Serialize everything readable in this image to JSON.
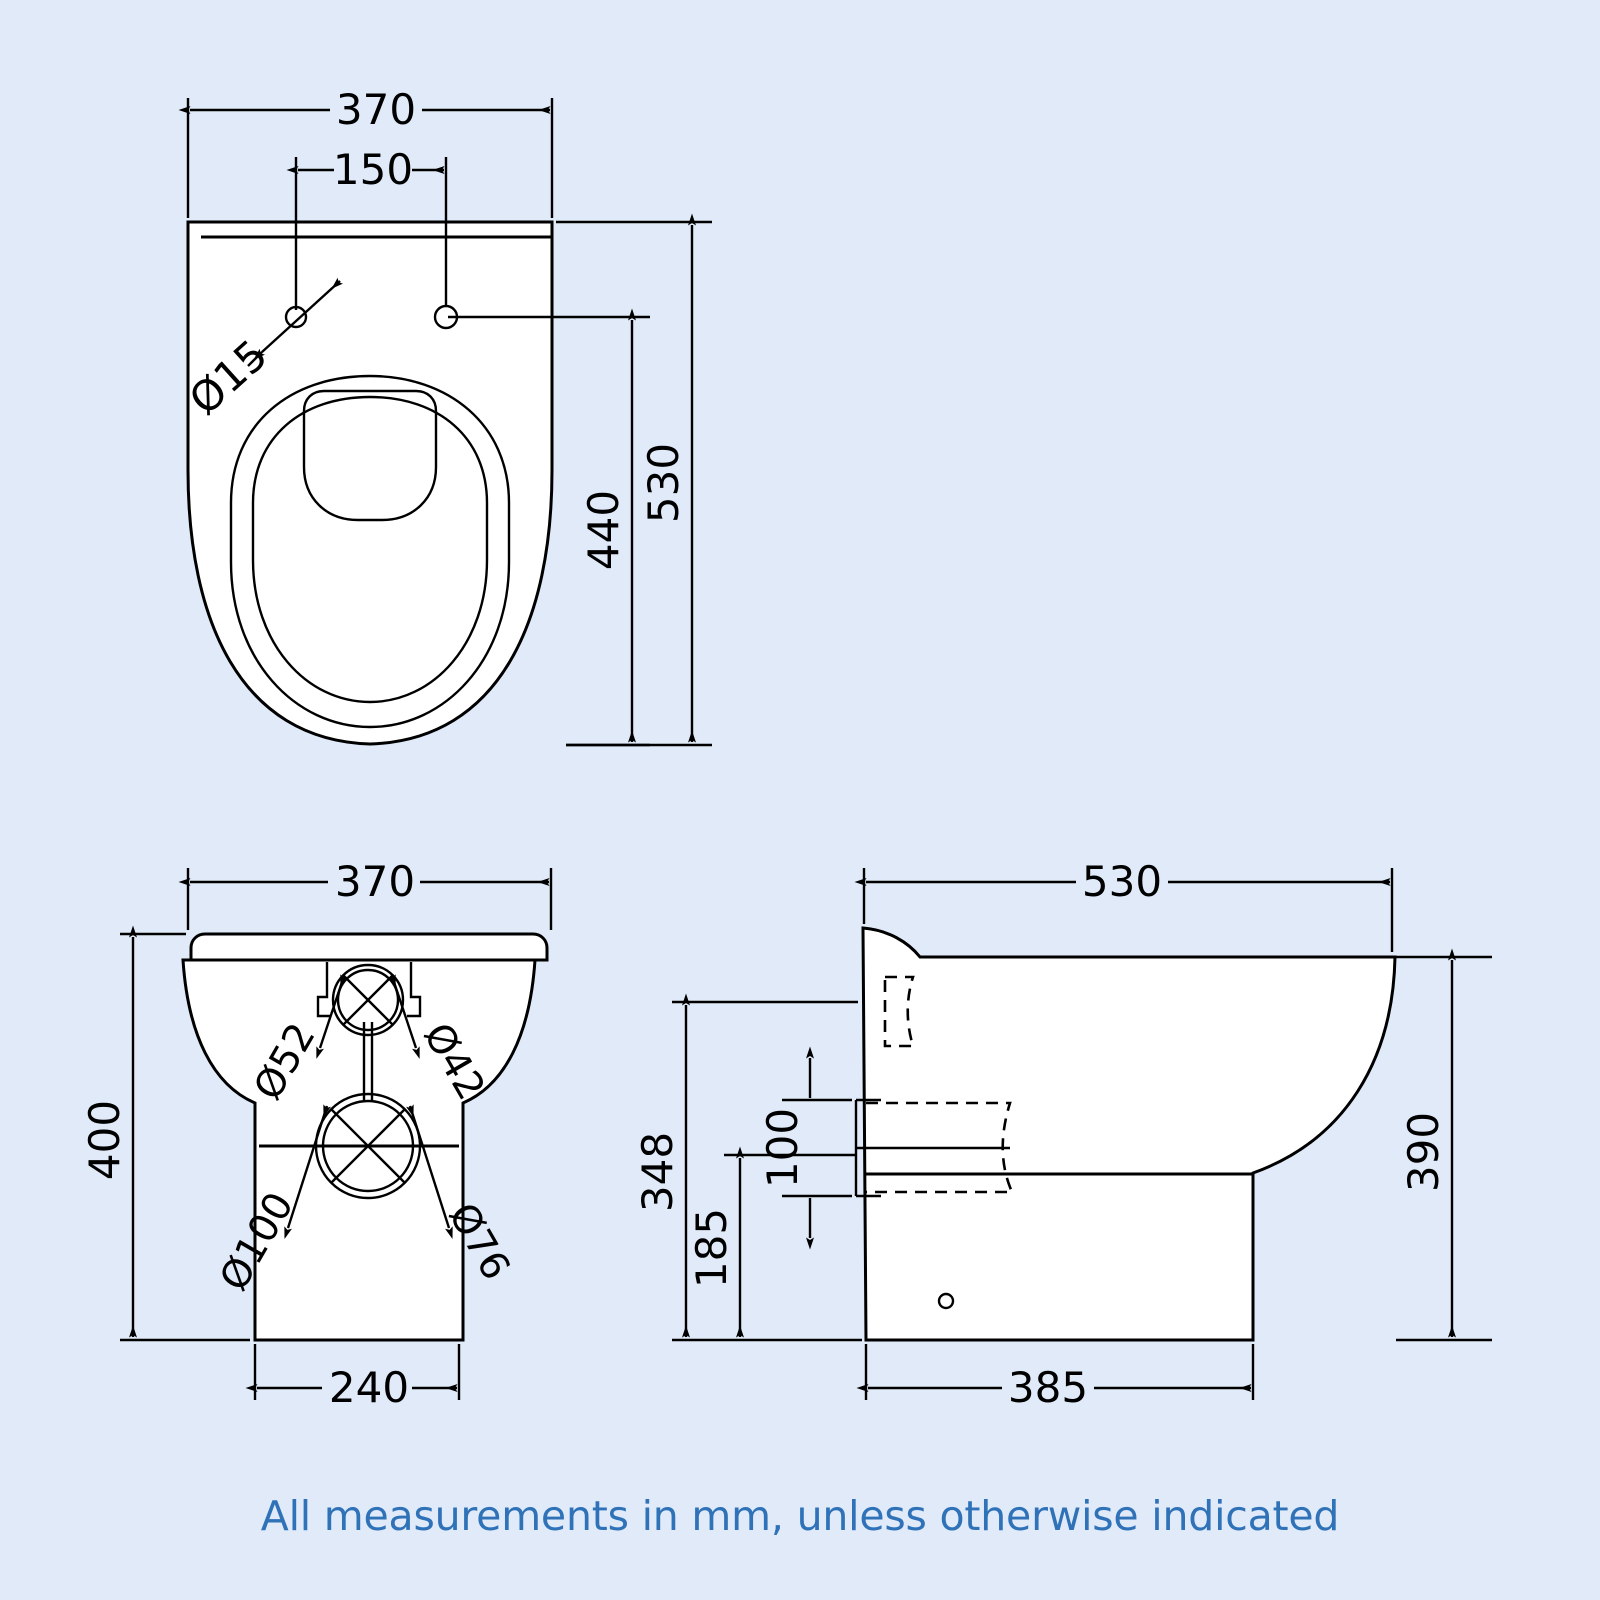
{
  "sheet": {
    "background_color": "#e0eaf9",
    "line_color": "#000000",
    "part_fill_color": "#ffffff",
    "caption_color": "#2f72b8",
    "caption": "All measurements in mm, unless otherwise indicated",
    "units": "mm"
  },
  "views": {
    "top": {
      "name": "Top view",
      "dimensions": {
        "overall_width": "370",
        "fixing_hole_spacing": "150",
        "overall_depth": "530",
        "hole_to_front": "440",
        "fixing_hole_diameter": "Ø15"
      }
    },
    "front": {
      "name": "Front view",
      "dimensions": {
        "overall_width": "370",
        "overall_height": "400",
        "base_width": "240",
        "cistern_inlet_outer": "Ø52",
        "cistern_inlet_inner": "Ø42",
        "waste_outlet_outer": "Ø100",
        "waste_outlet_inner": "Ø76"
      }
    },
    "side": {
      "name": "Side view",
      "dimensions": {
        "overall_depth": "530",
        "overall_height": "390",
        "waste_centre_height": "348",
        "waste_lower_height": "185",
        "waste_opening_height": "100",
        "base_depth": "385"
      }
    }
  },
  "labels": {
    "d370_top": "370",
    "d150": "150",
    "d15": "Ø15",
    "d440": "440",
    "d530_top": "530",
    "d370_front": "370",
    "d400": "400",
    "d240": "240",
    "d52": "Ø52",
    "d42": "Ø42",
    "d100_circ": "Ø100",
    "d76": "Ø76",
    "d530_side": "530",
    "d390": "390",
    "d348": "348",
    "d185": "185",
    "d100_h": "100",
    "d385": "385"
  }
}
